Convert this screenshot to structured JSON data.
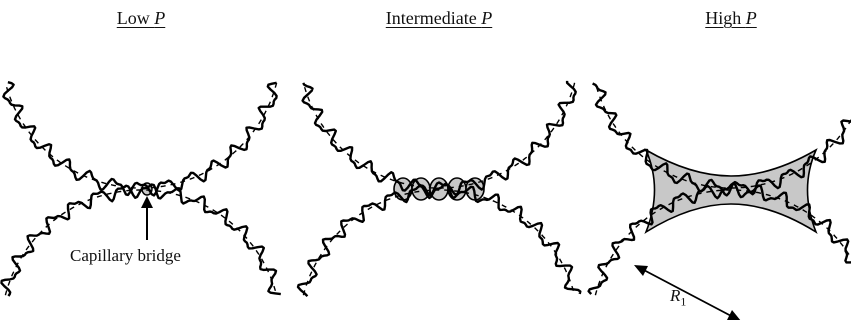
{
  "panels": [
    {
      "title_prefix": "Low ",
      "title_var": "P",
      "contact": "low"
    },
    {
      "title_prefix": "Intermediate ",
      "title_var": "P",
      "contact": "intermediate"
    },
    {
      "title_prefix": "High ",
      "title_var": "P",
      "contact": "high"
    }
  ],
  "annotations": {
    "capillary_bridge": "Capillary bridge",
    "radius_symbol": "R",
    "radius_subscript": "1"
  },
  "colors": {
    "outline": "#000000",
    "fill": "#c8c8c8"
  }
}
